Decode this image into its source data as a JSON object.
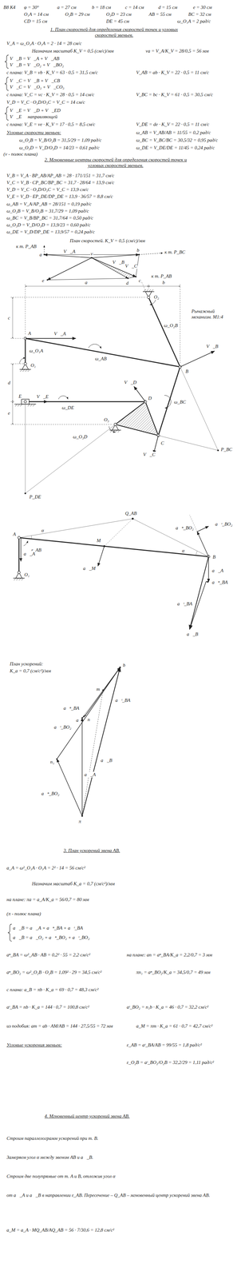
{
  "diagram": {
    "labels": [
      "В8 К4",
      "φ = 30°",
      "a = 27 см",
      "b = 18 см",
      "c = 14 см",
      "d = 15 см",
      "e = 30 см",
      "O₁A = 14 см",
      "O₂B = 29 см",
      "O₃D = 23 см",
      "AB = 55 см",
      "BC = 32 см",
      "CD = 15 см",
      "DE = 45 см",
      "ω_O₁A = 2 рад/с",
      "1. План скоростей для определения скоростей точек и угловых скоростей звеньев.",
      "V_A = ω_O₁A · O₁A = 2 · 14 = 28 см/с",
      "Назначим масштаб K_V = 0,5 (см/с)/мм",
      "va = V_A/K_V = 28/0,5 = 56 мм",
      "V⃗_B = V⃗_A + V⃗_AB",
      "V⃗_B = V⃗_O₂ + V⃗_BO₂",
      "с плана:  V_B = vb · K_V = 63 · 0,5 = 31,5 см/с",
      "V_AB = ab · K_V = 22 · 0,5 = 11 см/с",
      "V⃗_C = V⃗_B + V⃗_CB",
      "V⃗_C = V⃗_O₃ + V⃗_CO₃",
      "с плана:  V_C = vc · K_V = 28 · 0,5 = 14 см/с",
      "V_BC = bc · K_V = 61 · 0,5 = 30,5 см/с",
      "V_D = V_C · O₃D/O₃C = V_C = 14 см/с",
      "V⃗_E = V⃗_D + V⃗_ED",
      "V⃗_E ∥ направляющей",
      "с плана:  V_E = ve · K_V = 17 · 0,5 = 8,5 см/с",
      "V_DE = de · K_V = 22 · 0,5 = 11 см/с",
      "Угловые скорости звеньев:",
      "ω_AB = V_AB/AB = 11/55 = 0,2 рад/с",
      "ω_O₂B = V_B/O₂B = 31,5/29 = 1,09 рад/с",
      "ω_BC = V_BC/BC = 30,5/32 = 0,95 рад/с",
      "ω_O₃D = V_D/O₃D = 14/23 = 0,61 рад/с",
      "ω_DE = V_DE/DE = 11/45 = 0,24 рад/с",
      "(v - полюс плана)",
      "2. Мгновенные центры скоростей для определения скоростей точек и угловых скоростей звеньев.",
      "V_B = V_A · BP_AB/AP_AB = 28 · 171/151 = 31,7 см/с",
      "V_C = V_B · CP_BC/BP_BC = 31,7 · 28/64 = 13,9 см/с",
      "V_D = V_C · O₃D/O₃C = V_C = 13,9 см/с",
      "V_E = V_D · EP_DE/DP_DE = 13,9 · 36/57 = 8,8 см/с",
      "ω_AB = V_A/AP_AB = 28/151 = 0,19 рад/с",
      "ω_O₂B = V_B/O₂B = 31,7/29 = 1,09 рад/с",
      "ω_BC = V_B/BP_BC = 31,7/64 = 0,50 рад/с",
      "ω_O₃D = V_D/O₃D = 13,9/23 = 0,60 рад/с",
      "ω_DE = V_D/DP_DE = 13,9/57 = 0,24 рад/с",
      "План скоростей. K_V = 0,5 (см/с)/мм",
      "к т. P_AB",
      "к т. P_BC",
      "v",
      "a",
      "b",
      "c",
      "d",
      "e",
      "V⃗_A",
      "V⃗_B",
      "V⃗_C",
      "a",
      "b",
      "c",
      "d",
      "e",
      "O₂",
      "A",
      "O₁",
      "B",
      "E",
      "D",
      "O₃",
      "C",
      "P_BC",
      "P_DE",
      "к т. P_AB",
      "Рычажный механизм. M1:4",
      "V⃗_A",
      "V⃗_B",
      "V⃗_C",
      "V⃗_D",
      "V⃗_E",
      "ω_O₁A",
      "ω_AB",
      "ω_O₂B",
      "ω_BC",
      "ω_DE",
      "ω_O₃D",
      "A",
      "O₁",
      "M",
      "B",
      "ε_AB",
      "Q_AB",
      "α",
      "α",
      "a⃗_A",
      "a⃗_A",
      "a⃗ⁿ_BA",
      "a⃗ᵗ_BA",
      "a⃗_B",
      "a⃗ⁿ_BO₂",
      "a⃗ᵗ_BO₂",
      "a⃗_M",
      "План ускорений:",
      "K_a = 0,7 (см/с²)/мм",
      "π",
      "a",
      "n",
      "b",
      "m",
      "n₁",
      "a⃗_A",
      "a⃗_B",
      "a⃗ⁿ_BA",
      "a⃗ᵗ_BA",
      "a⃗ⁿ_BO₂",
      "a⃗ᵗ_BO₂",
      "3. План ускорений звена AB.",
      "a_A = ω²_O₁A · O₁A = 2² · 14 = 56 см/с²",
      "Назначим масштаб K_a = 0,7 (см/с²)/мм",
      "на плане:  πa = a_A/K_a = 56/0,7 = 80 мм",
      "(π - полюс плана)",
      "a⃗_B = a⃗_A + a⃗ⁿ_BA + a⃗ᵗ_BA",
      "a⃗_B = a⃗_O₂ + a⃗ⁿ_BO₂ + a⃗ᵗ_BO₂",
      "aⁿ_BA = ω²_AB · AB = 0,2² · 55 = 2,2 см/с²",
      "на плане:  an = aⁿ_BA/K_a = 2,2/0,7 = 3 мм",
      "aⁿ_BO₂ = ω²_O₂B · O₂B = 1,09² · 29 = 34,5 см/с²",
      "πn₁ = aⁿ_BO₂/K_a = 34,5/0,7 = 49 мм",
      "с плана:  a_B = πb · K_a = 69 · 0,7 = 48,3 см/с²",
      "aᵗ_BA = nb · K_a = 144 · 0,7 = 100,8 см/с²",
      "aᵗ_BO₂ = n₁b · K_a = 46 · 0,7 = 32,2 см/с²",
      "из подобия:  am = ab · AM/AB = 144 · 27,5/55 = 72 мм",
      "a_M = πm · K_a = 61 · 0,7 = 42,7 см/с²",
      "Угловые ускорения звеньев:",
      "ε_AB = aᵗ_BA/AB = 99/55 = 1,8 рад/с²",
      "ε_O₂B = aᵗ_BO₂/O₂B = 32,2/29 = 1,11 рад/с²",
      "4. Мгновенный центр ускорений звена AB.",
      "Строим параллелограмм ускорений при т. B.",
      "Замеряем угол α между звеном AB и a⃗_B.",
      "Строим две полупрямые от т. A и B, отложив угол α",
      "от a⃗_A и a⃗_B в направлении ε_AB. Пересечение – Q_AB – мгновенный центр ускорений звена AB.",
      "a_M = a_A · MQ_AB/AQ_AB = 56 · 7/30,6 = 12,8 см/с²"
    ]
  }
}
